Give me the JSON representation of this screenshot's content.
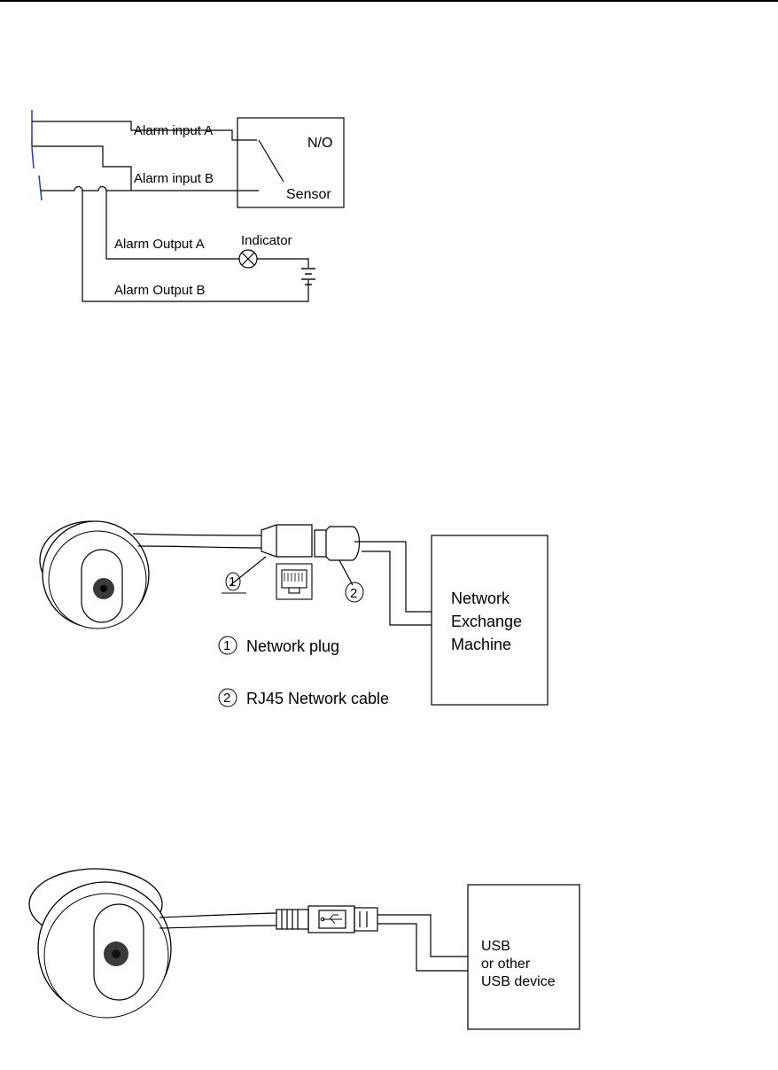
{
  "alarm_diagram": {
    "label_alarm_input_a": "Alarm input A",
    "label_alarm_input_b": "Alarm input B",
    "label_no": "N/O",
    "label_sensor": "Sensor",
    "label_indicator": "Indicator",
    "label_alarm_output_a": "Alarm Output A",
    "label_alarm_output_b": "Alarm Output  B"
  },
  "network_diagram": {
    "marker_1": "1",
    "marker_2": "2",
    "legend_1": "Network plug",
    "legend_2": "RJ45 Network cable",
    "box_line_1": "Network",
    "box_line_2": "Exchange",
    "box_line_3": "Machine"
  },
  "usb_diagram": {
    "box_line_1": "USB",
    "box_line_2": "or other",
    "box_line_3": "USB device"
  }
}
